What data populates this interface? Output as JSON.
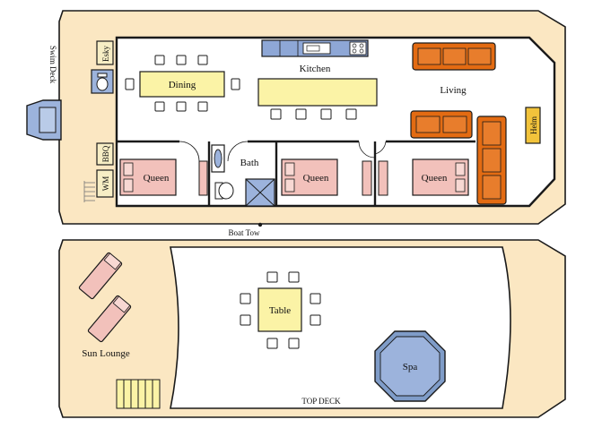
{
  "lower_deck": {
    "swim_deck": "Swim Deck",
    "esky": "Esky",
    "bbq": "BBQ",
    "wm": "WM",
    "dining": "Dining",
    "kitchen": "Kitchen",
    "living": "Living",
    "helm": "Helm",
    "bath": "Bath",
    "bedrooms": [
      "Queen",
      "Queen",
      "Queen"
    ],
    "boat_tow": "Boat Tow"
  },
  "top_deck": {
    "title": "TOP DECK",
    "table": "Table",
    "spa": "Spa",
    "sun_lounge": "Sun Lounge"
  },
  "colors": {
    "hull": "#fbe7c2",
    "outline": "#1a1a1a",
    "table_fill": "#fbf3a6",
    "bed_fill": "#f2c1bb",
    "sofa_fill": "#e36b12",
    "kitchen_blue": "#8ea7d6",
    "spa_fill": "#7f9cc8",
    "helm_fill": "#f2c33b",
    "label_fill": "#f7eec5"
  }
}
